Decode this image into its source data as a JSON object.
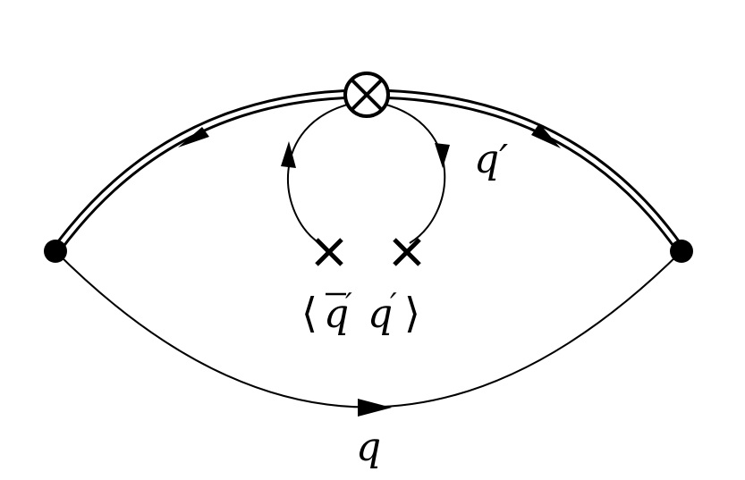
{
  "labels": {
    "q_prime": "q′",
    "condensate_open": "⟨",
    "condensate_qbar": "q",
    "condensate_prime1": "′",
    "condensate_q": "q",
    "condensate_prime2": "′",
    "condensate_close": "⟩",
    "q_bottom": "q"
  },
  "colors": {
    "ink": "#000000",
    "background": "#ffffff"
  },
  "icons": {
    "vertex": "operator-insertion-otimes",
    "condensate": "cross-marks",
    "endpoints": "filled-dot"
  }
}
